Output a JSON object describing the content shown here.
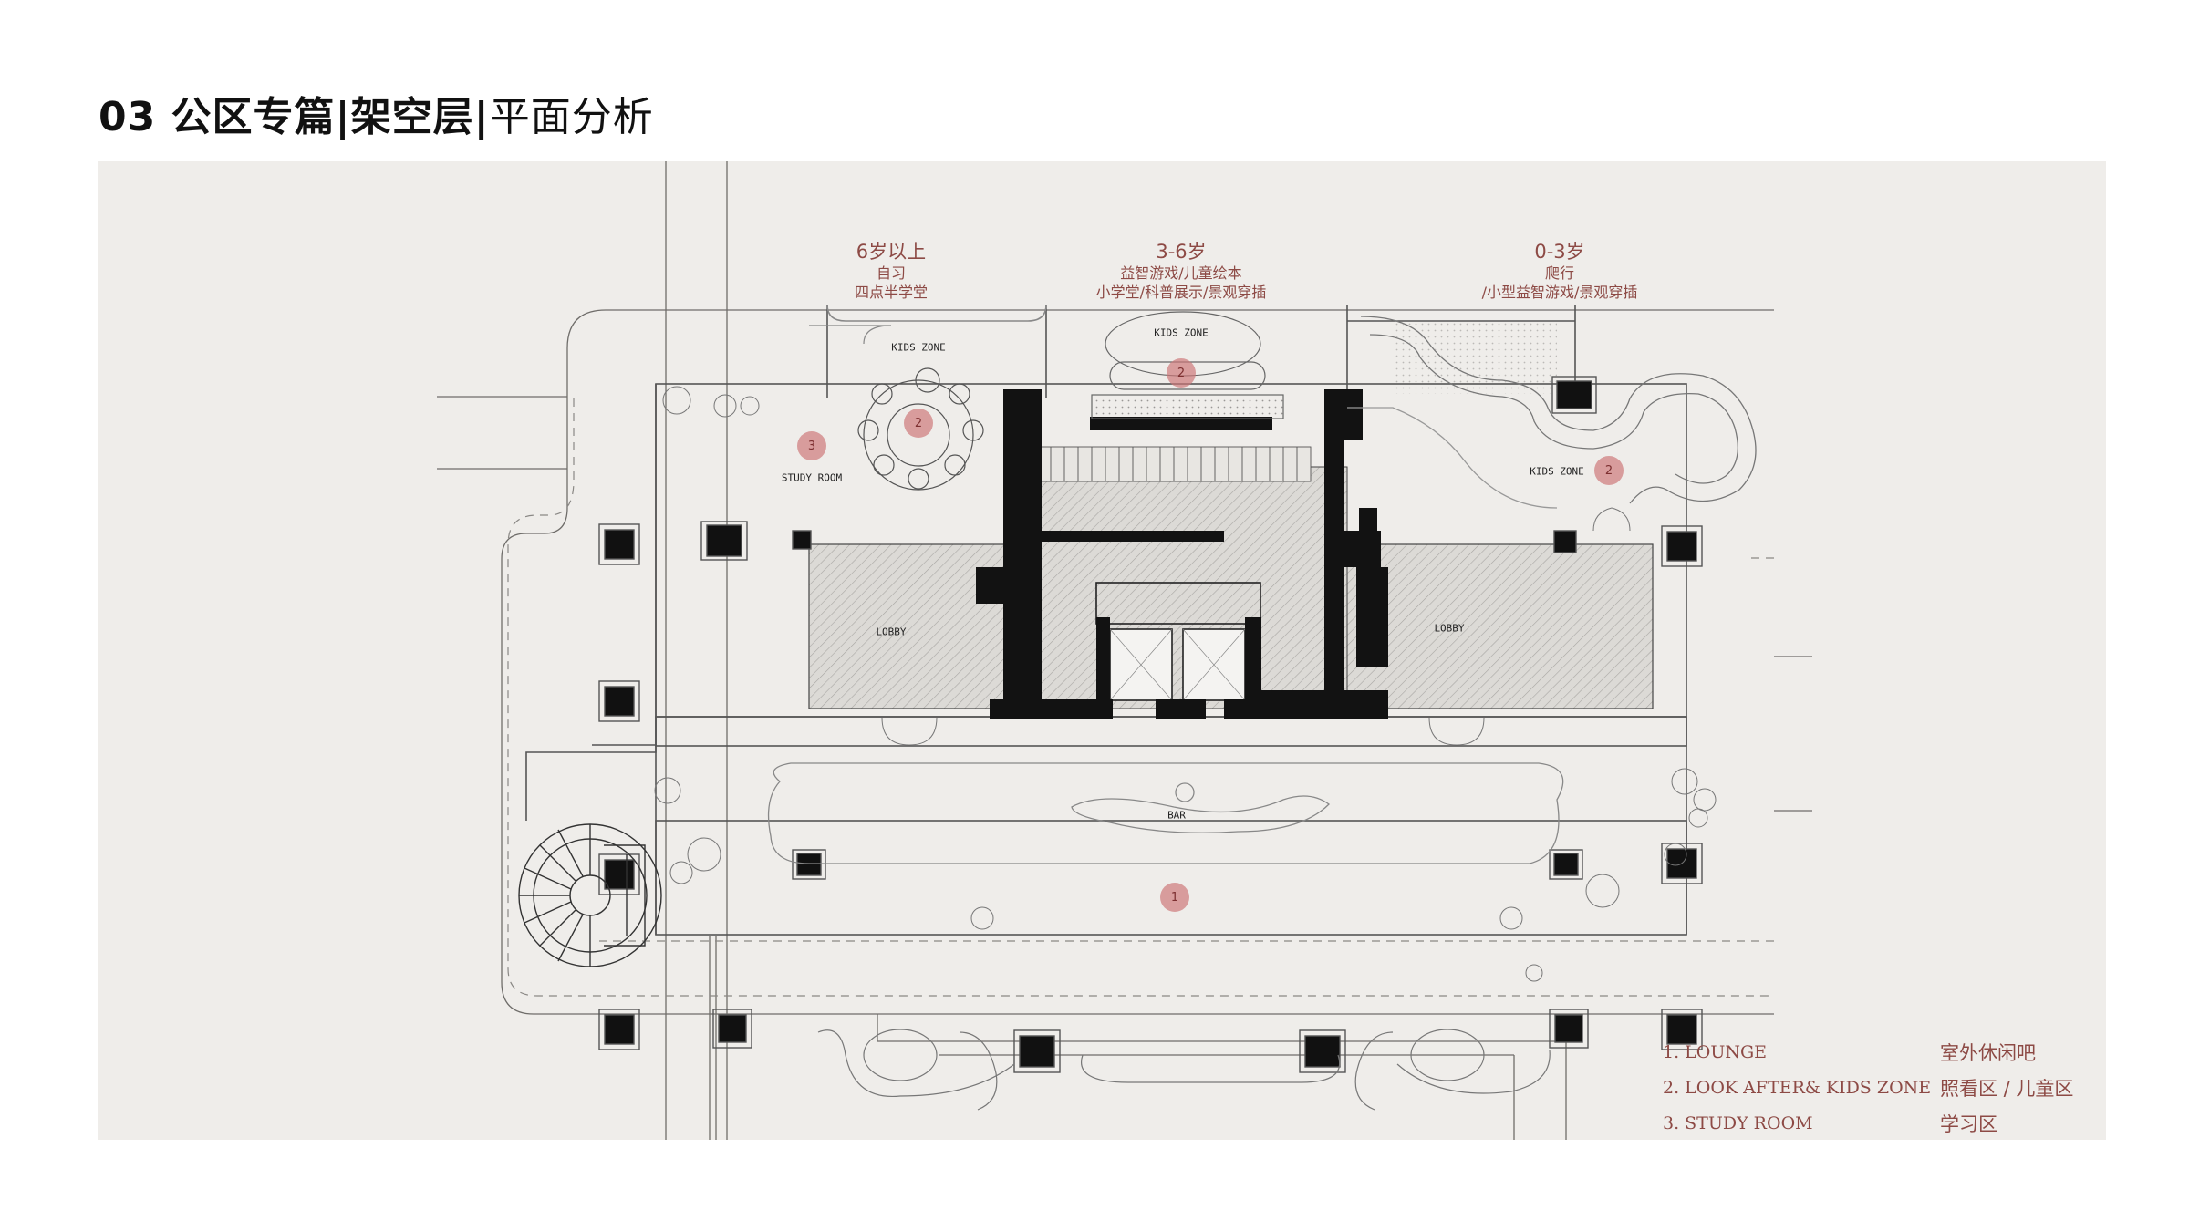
{
  "header": {
    "title_bold": "03 公区专篇|架空层|",
    "title_light": "平面分析"
  },
  "zones": [
    {
      "age": "6岁以上",
      "line1": "自习",
      "line2": "四点半学堂"
    },
    {
      "age": "3-6岁",
      "line1": "益智游戏/儿童绘本",
      "line2": "小学堂/科普展示/景观穿插"
    },
    {
      "age": "0-3岁",
      "line1": "爬行",
      "line2": "/小型益智游戏/景观穿插"
    }
  ],
  "room_labels": {
    "kids_zone_left": "KIDS ZONE",
    "kids_zone_mid": "KIDS ZONE",
    "kids_zone_right": "KIDS ZONE",
    "study_room": "STUDY ROOM",
    "lobby_left": "LOBBY",
    "lobby_right": "LOBBY",
    "bar": "BAR"
  },
  "markers": {
    "lounge": "1",
    "kids_mid": "2",
    "kids_left": "2",
    "kids_right": "2",
    "study": "3"
  },
  "legend": [
    {
      "en": "1. LOUNGE",
      "cn": "室外休闲吧"
    },
    {
      "en": "2. LOOK AFTER& KIDS ZONE",
      "cn": "照看区 / 儿童区"
    },
    {
      "en": "3. STUDY ROOM",
      "cn": "学习区"
    }
  ],
  "colors": {
    "panel_bg": "#efedea",
    "accent": "#8d4a45",
    "marker": "#cd7678",
    "wall": "#111111"
  }
}
